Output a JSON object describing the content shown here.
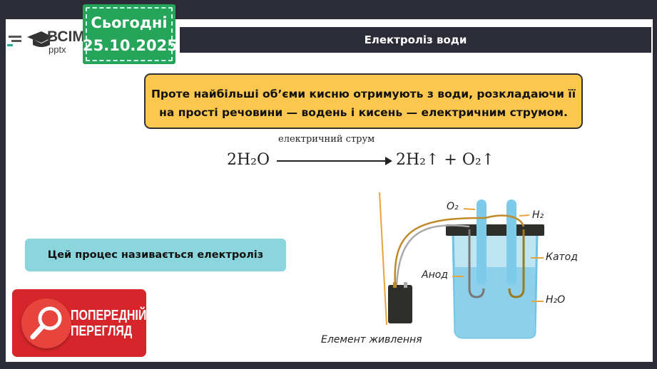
{
  "logo": {
    "name": "ВСІМ",
    "sub": "pptx"
  },
  "date": {
    "label": "Сьогодні",
    "value": "25.10.2025"
  },
  "title": "Електроліз води",
  "callout": "Проте найбільші об’єми кисню отримують з води, розкладаючи її на прості речовини — водень і кисень — електричним струмом.",
  "equation": {
    "condition": "електричний струм",
    "left": "2H₂O",
    "right": "2H₂↑ + O₂↑"
  },
  "definition": "Цей процес називається електроліз",
  "preview": {
    "line1": "ПОПЕРЕДНІЙ",
    "line2": "ПЕРЕГЛЯД"
  },
  "diagram": {
    "o2": "O₂",
    "h2": "H₂",
    "cathode": "Катод",
    "anode": "Анод",
    "water": "H₂O",
    "battery": "Елемент живлення"
  },
  "colors": {
    "frame": "#2c2b38",
    "date": "#24a559",
    "callout": "#fcc74e",
    "definition": "#8ad6dc",
    "preview": "#d7262b"
  }
}
